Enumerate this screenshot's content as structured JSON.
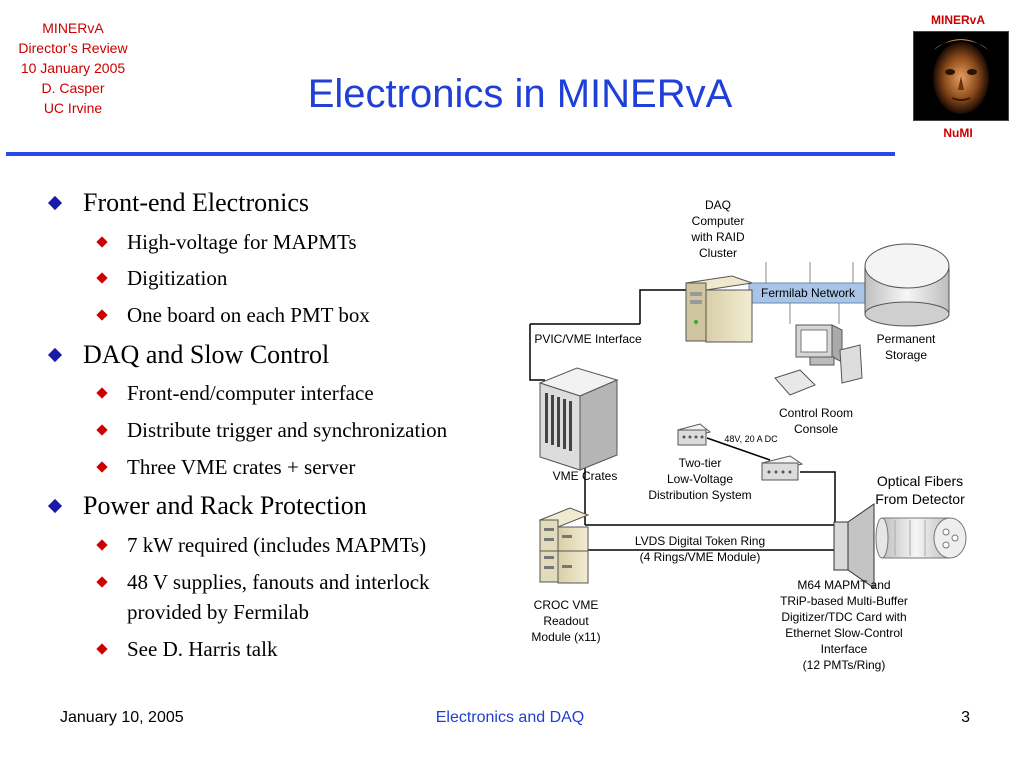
{
  "header": {
    "info_lines": [
      "MINERvA",
      "Director’s Review",
      "10 January 2005",
      "D. Casper",
      "UC Irvine"
    ],
    "title": "Electronics in MINERvA",
    "logo_top": "MINERvA",
    "logo_bottom": "NuMI"
  },
  "bullets": [
    {
      "text": "Front-end Electronics",
      "sub": [
        "High-voltage for MAPMTs",
        "Digitization",
        "One board on each PMT box"
      ]
    },
    {
      "text": "DAQ and Slow Control",
      "sub": [
        "Front-end/computer interface",
        "Distribute trigger and synchronization",
        "Three VME crates + server"
      ]
    },
    {
      "text": "Power and Rack Protection",
      "sub": [
        "7 kW required (includes MAPMTs)",
        "48 V supplies, fanouts and interlock",
        "provided by Fermilab",
        "See D. Harris talk"
      ]
    }
  ],
  "diagram": {
    "daq_computer": [
      "DAQ",
      "Computer",
      "with RAID",
      "Cluster"
    ],
    "network": "Fermilab Network",
    "pvic": "PVIC/VME Interface",
    "permanent_storage": [
      "Permanent",
      "Storage"
    ],
    "control_room": [
      "Control Room",
      "Console"
    ],
    "power_spec": "48V, 20 A  DC",
    "vme_crates": "VME Crates",
    "two_tier": [
      "Two-tier",
      "Low-Voltage",
      "Distribution System"
    ],
    "optical_fibers": [
      "Optical Fibers",
      "From Detector"
    ],
    "lvds": [
      "LVDS Digital Token Ring",
      "(4 Rings/VME Module)"
    ],
    "croc": [
      "CROC VME",
      "Readout",
      "Module (x11)"
    ],
    "m64": [
      "M64 MAPMT and",
      "TRiP-based Multi-Buffer",
      "Digitizer/TDC Card with",
      "Ethernet Slow-Control",
      "Interface",
      "(12 PMTs/Ring)"
    ]
  },
  "footer": {
    "date": "January 10, 2005",
    "topic": "Electronics and DAQ",
    "page": "3"
  },
  "colors": {
    "title": "#1f3fd6",
    "info": "#cc0000",
    "rule": "#2a49e6",
    "bullet1": "#1a1aa8",
    "bullet2": "#cc0000"
  }
}
